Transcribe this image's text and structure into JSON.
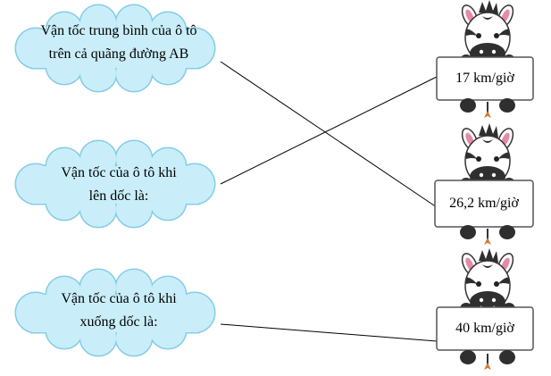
{
  "questions": [
    {
      "line1": "Vận tốc trung bình của ô tô",
      "line2": "trên cả quãng đường AB"
    },
    {
      "line1": "Vận tốc của ô tô khi",
      "line2": "lên dốc là:"
    },
    {
      "line1": "Vận tốc của ô tô khi",
      "line2": "xuống dốc là:"
    }
  ],
  "answers": [
    {
      "label": "17 km/giờ"
    },
    {
      "label": "26,2 km/giờ"
    },
    {
      "label": "40 km/giờ"
    }
  ],
  "colors": {
    "cloud_fill": "#c9eefa",
    "cloud_stroke": "#86cde6",
    "board_stroke": "#555555",
    "zebra_stripe": "#2f2f2f",
    "zebra_ear": "#e58aa8",
    "tail": "#d07a3a"
  }
}
